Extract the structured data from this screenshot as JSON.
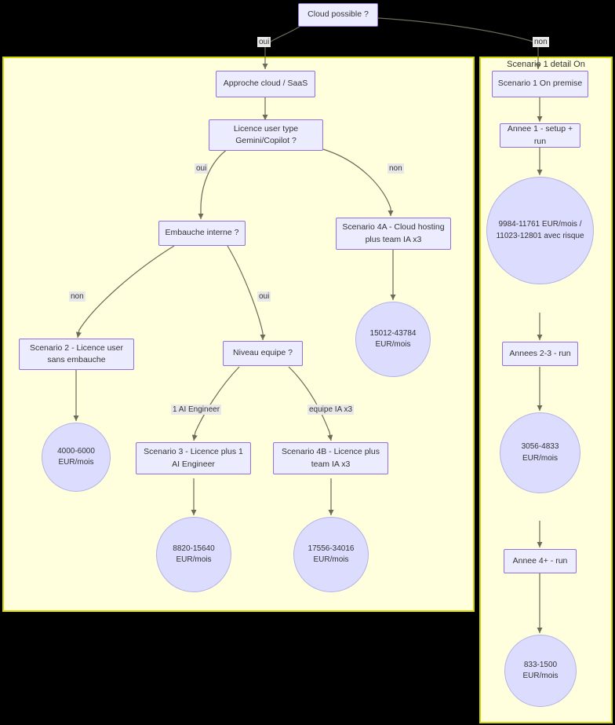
{
  "diagram": {
    "type": "flowchart",
    "title_node": "Cloud possible ?",
    "root": {
      "label": "Cloud possible ?"
    },
    "branches": {
      "root_yes": "oui",
      "root_no": "non"
    },
    "subgraph_left": {
      "title": "",
      "nodes": {
        "approche": "Approche cloud / SaaS",
        "licence": "Licence user type\nGemini/Copilot ?",
        "licence_line1": "Licence user type",
        "licence_line2": "Gemini/Copilot ?",
        "embauche": "Embauche interne ?",
        "scenario4a_line1": "Scenario 4A - Cloud hosting",
        "scenario4a_line2": "plus team IA x3",
        "scenario4a_result": "15012-43784 EUR/mois",
        "scenario2_line1": "Scenario 2 - Licence user",
        "scenario2_line2": "sans embauche",
        "scenario2_result": "4000-6000 EUR/mois",
        "niveau": "Niveau equipe ?",
        "scenario3_line1": "Scenario 3 - Licence plus 1",
        "scenario3_line2": "AI Engineer",
        "scenario3_result": "8820-15640 EUR/mois",
        "scenario4b_line1": "Scenario 4B - Licence plus",
        "scenario4b_line2": "team IA x3",
        "scenario4b_result": "17556-34016 EUR/mois"
      },
      "labels": {
        "licence_yes": "oui",
        "licence_no": "non",
        "embauche_no": "non",
        "embauche_yes": "oui",
        "niveau_one": "1 AI Engineer",
        "niveau_team": "equipe IA x3"
      }
    },
    "subgraph_right": {
      "title": "Scenario 1 detail On",
      "nodes": {
        "scenario1": "Scenario 1 On premise",
        "annee1": "Annee 1 - setup + run",
        "annee1_result_line1": "9984-11761 EUR/mois /",
        "annee1_result_line2": "11023-12801 avec risque",
        "annees23": "Annees 2-3 - run",
        "annees23_result": "3056-4833 EUR/mois",
        "annee4": "Annee 4+ - run",
        "annee4_result": "833-1500 EUR/mois"
      }
    },
    "colors": {
      "background": "#000000",
      "subgraph_fill": "#ffffde",
      "subgraph_border": "#d6d600",
      "node_fill": "#ececff",
      "node_border": "#9370db",
      "circle_fill": "#dcdcff",
      "edge_stroke": "#6b6b5a",
      "text": "#333333",
      "label_bg": "#e8e8e8"
    }
  }
}
